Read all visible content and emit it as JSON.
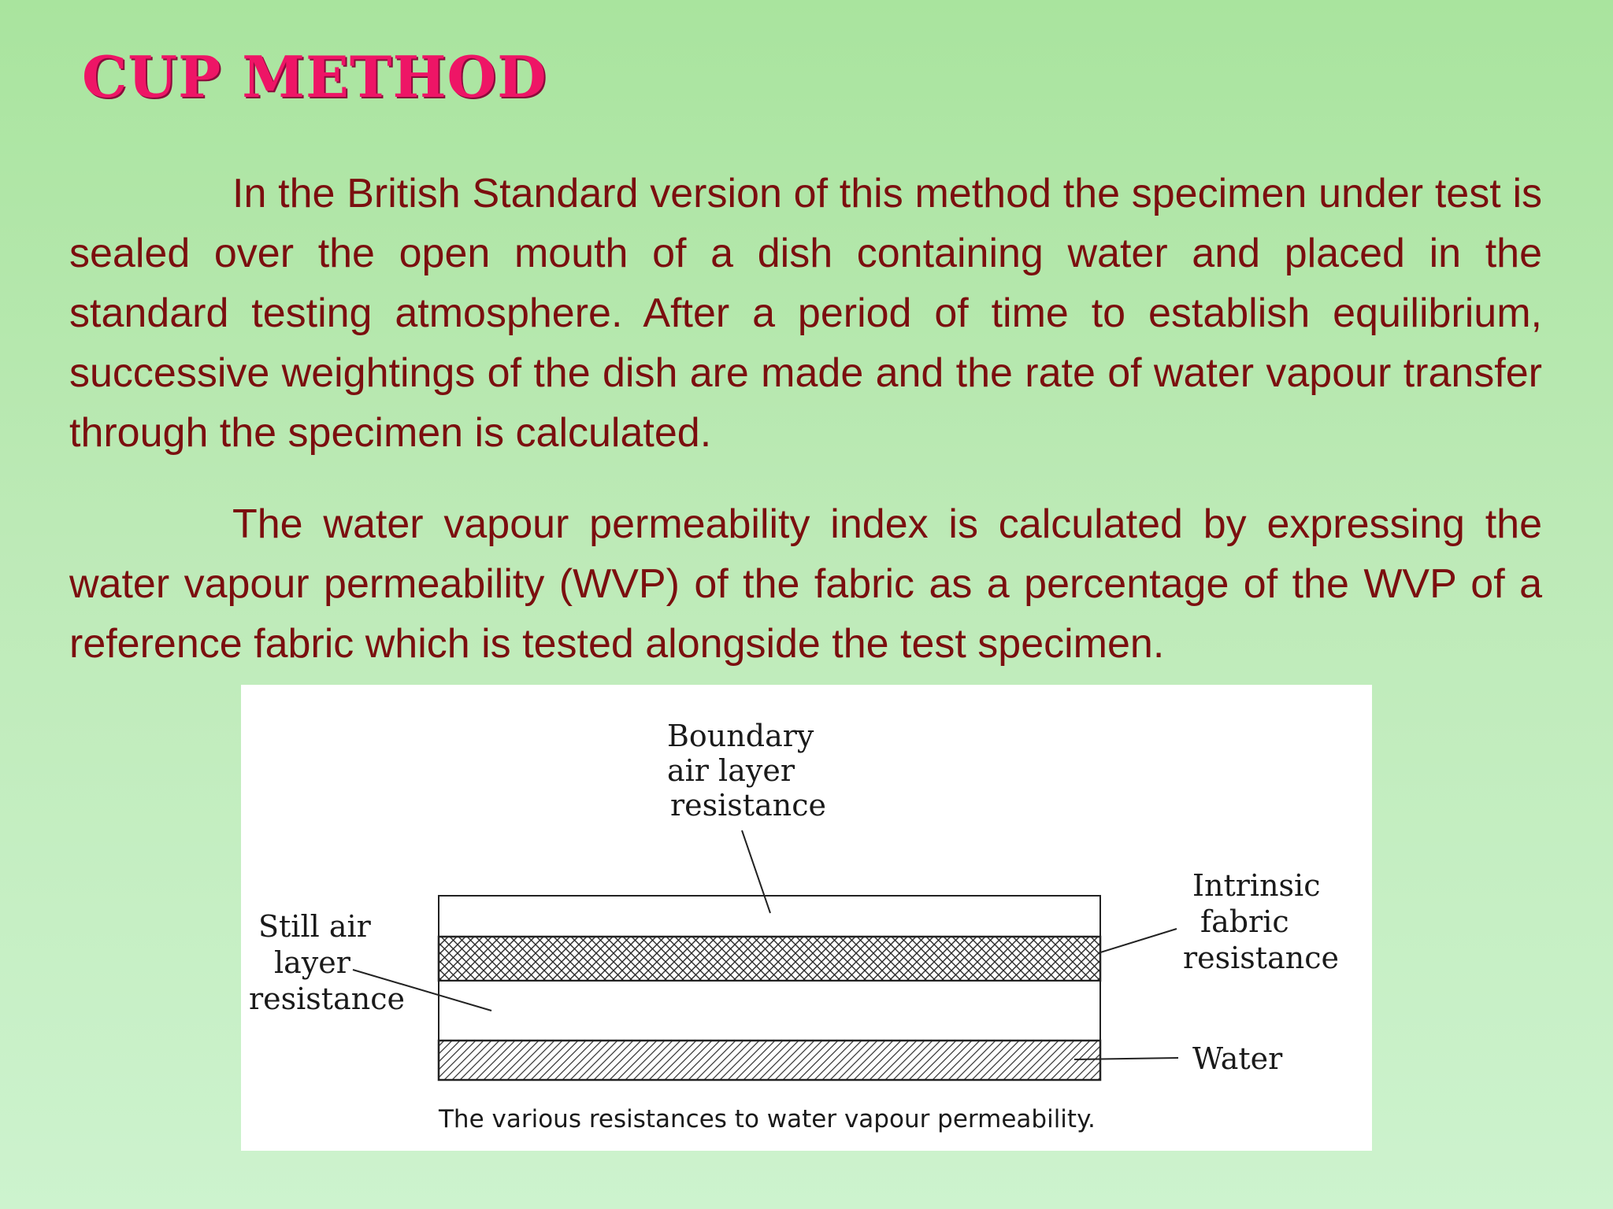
{
  "slide": {
    "title": "CUP METHOD",
    "paragraphs": [
      "In the British Standard version of this method the specimen under test is sealed over the open mouth of a dish containing water and placed in the standard testing atmosphere. After a period of time to establish equilibrium, successive weightings of the dish are made and the rate of water vapour transfer through the specimen is calculated.",
      "The water vapour permeability index is calculated by expressing the water vapour permeability (WVP) of the fabric as a percentage of the WVP of a reference fabric which is tested alongside the test specimen."
    ]
  },
  "figure": {
    "labels": {
      "boundary": [
        "Boundary",
        "air layer",
        "resistance"
      ],
      "still_air": [
        "Still air",
        "layer",
        "resistance"
      ],
      "intrinsic": [
        "Intrinsic",
        "fabric",
        "resistance"
      ],
      "water": "Water"
    },
    "caption": "The various resistances to water vapour permeability."
  }
}
